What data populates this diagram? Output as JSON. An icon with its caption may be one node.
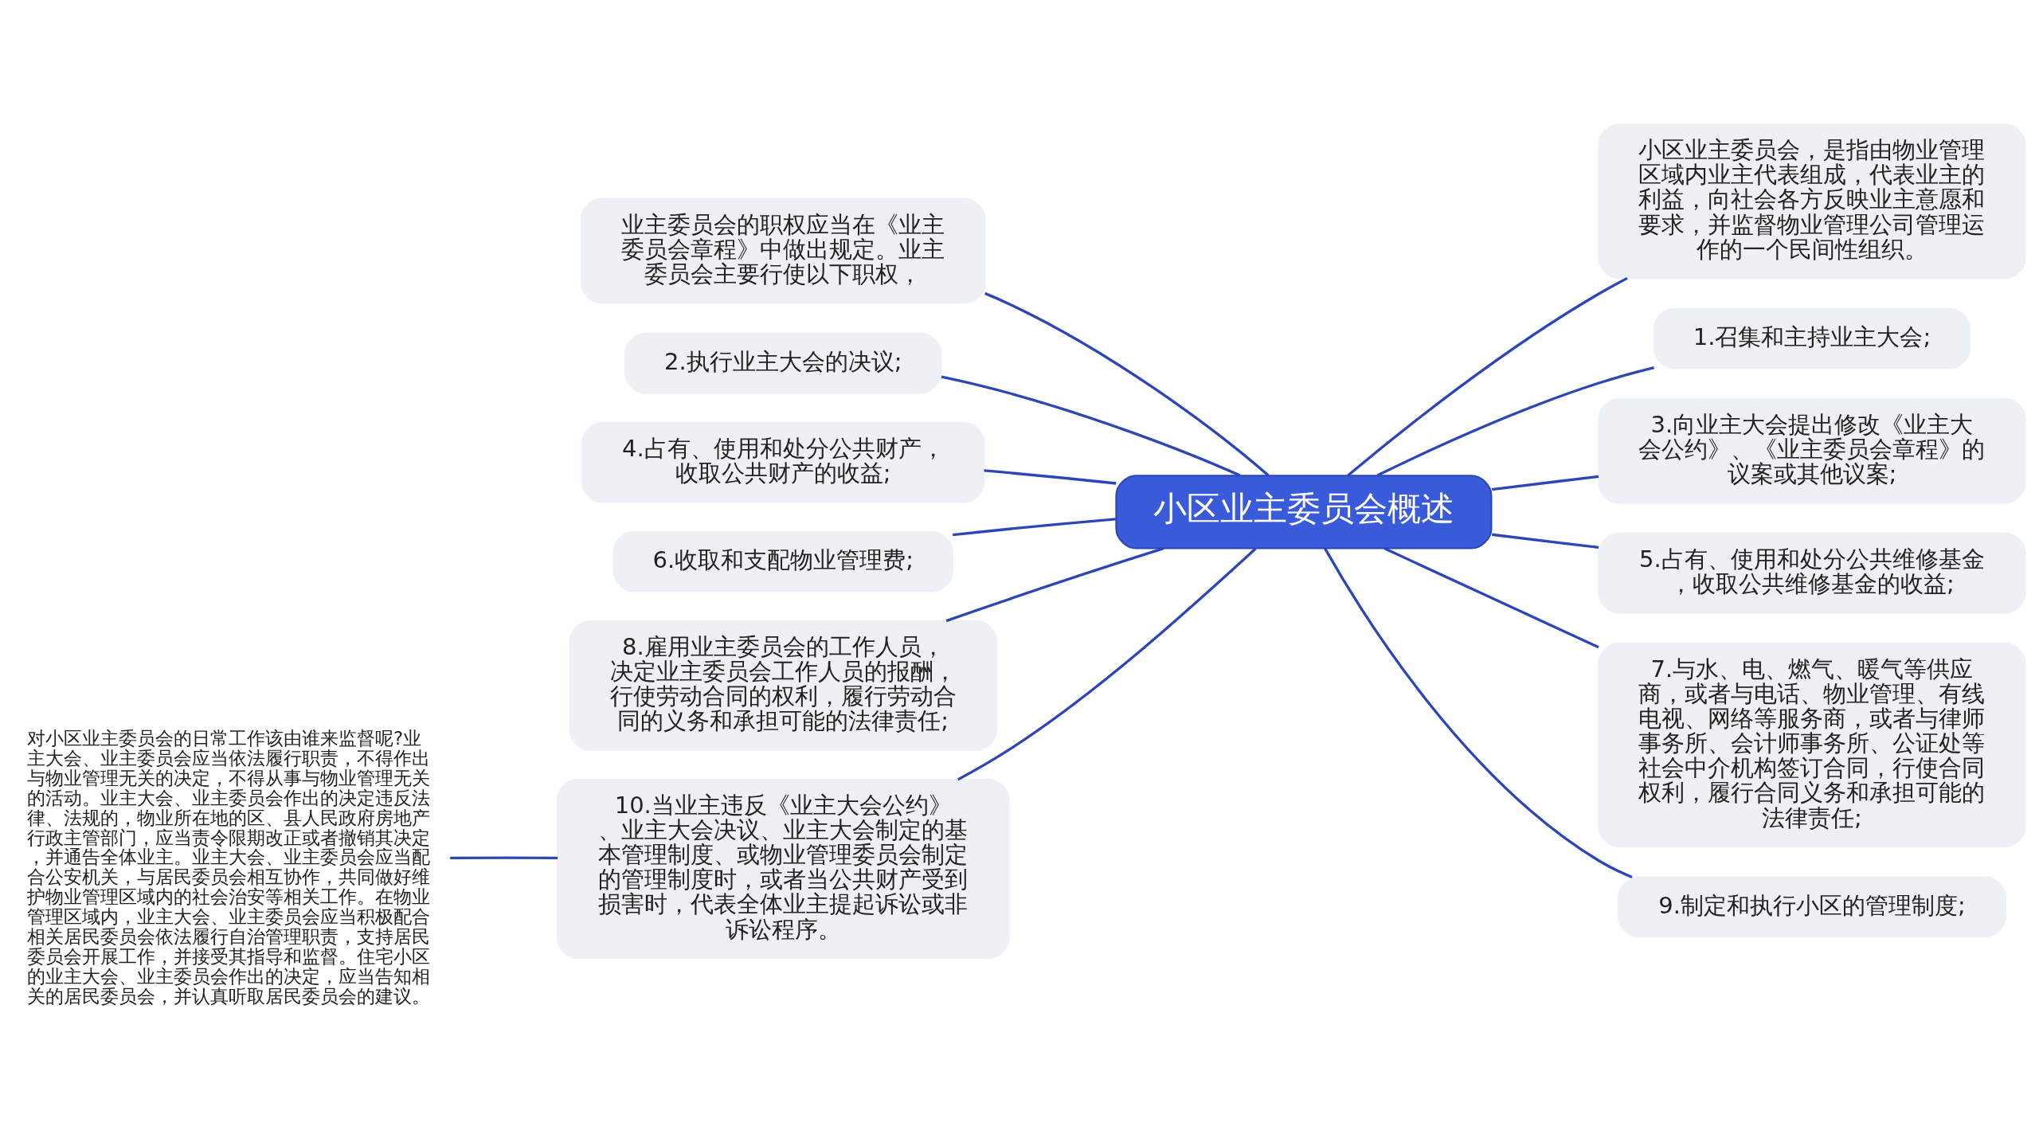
{
  "diagram": {
    "nodes": [
      {
        "text": [
          "小区业主委员会概述"
        ]
      },
      {
        "text": [
          "业主委员会的职权应当在《业主委员会章程》中做出规定。业主委员会主要行使以下职权，"
        ]
      },
      {
        "text": [
          "2.执行业主大会的决议;"
        ]
      },
      {
        "text": [
          "4.占有、使用和处分公共财产，收取公共财产的收益;"
        ]
      },
      {
        "text": [
          "6.收取和支配物业管理费;"
        ]
      },
      {
        "text": [
          "8.雇用业主委员会的工作人员，决定业主委员会工作人员的报酬，行使劳动合同的权利，履行劳动合同的义务和承担可能的法律责任;"
        ]
      },
      {
        "text": [
          "10.当业主违反《业主大会公约》、业主大会决议、业主大会制定的基本管理制度、或物业管理委员会制定的管理制度时，或者当公共财产受到损害时，代表全体业主提起诉讼或非诉讼程序。"
        ]
      },
      {
        "text": [
          "对小区业主委员会的日常工作该由谁来监督呢?业主大会、业主委员会应当依法履行职责，不得作出与物业管理无关的决定，不得从事与物业管理无关的活动。业主大会、业主委员会作出的决定违反法律、法规的，物业所在地的区、县人民政府房地产行政主管部门，应当责令限期改正或者撤销其决定，并通告全体业主。业主大会、业主委员会应当配合公安机关，与居民委员会相互协作，共同做好维护物业管理区域内的社会治安等相关工作。在物业管理区域内，业主大会、业主委员会应当积极配合相关居民委员会依法履行自治管理职责，支持居民委员会开展工作，并接受其指导和监督。住宅小区的业主大会、业主委员会作出的决定，应当告知相关的居民委员会，并认真听取居民委员会的建议。"
        ]
      },
      {
        "text": [
          "小区业主委员会，是指由物业管理区域内业主代表组成，代表业主的利益，向社会各方反映业主意愿和要求，并监督物业管理公司管理运作的一个民间性组织。"
        ]
      },
      {
        "text": [
          "1.召集和主持业主大会;"
        ]
      },
      {
        "text": [
          "3.向业主大会提出修改《业主大会公约》、《业主委员会章程》的议案或其他议案;"
        ]
      },
      {
        "text": [
          "5.占有、使用和处分公共维修基金，收取公共维修基金的收益;"
        ]
      },
      {
        "text": [
          "7.与水、电、燃气、暖气等供应商，或者与电话、物业管理、有线电视、网络等服务商，或者与律师事务所、会计师事务所、公证处等社会中介机构签订合同，行使合同权利，履行合同义务和承担可能的法律责任;"
        ]
      },
      {
        "text": [
          "9.制定和执行小区的管理制度;"
        ]
      }
    ],
    "edges": [
      {
        "from": 0,
        "to": 1,
        "arrow": "none"
      },
      {
        "from": 0,
        "to": 2,
        "arrow": "none"
      },
      {
        "from": 0,
        "to": 3,
        "arrow": "none"
      },
      {
        "from": 0,
        "to": 4,
        "arrow": "none"
      },
      {
        "from": 0,
        "to": 5,
        "arrow": "none"
      },
      {
        "from": 0,
        "to": 6,
        "arrow": "none"
      },
      {
        "from": 6,
        "to": 7,
        "arrow": "none"
      },
      {
        "from": 0,
        "to": 8,
        "arrow": "none"
      },
      {
        "from": 0,
        "to": 9,
        "arrow": "none"
      },
      {
        "from": 0,
        "to": 10,
        "arrow": "none"
      },
      {
        "from": 0,
        "to": 11,
        "arrow": "none"
      },
      {
        "from": 0,
        "to": 12,
        "arrow": "none"
      },
      {
        "from": 0,
        "to": 13,
        "arrow": "none"
      }
    ]
  }
}
